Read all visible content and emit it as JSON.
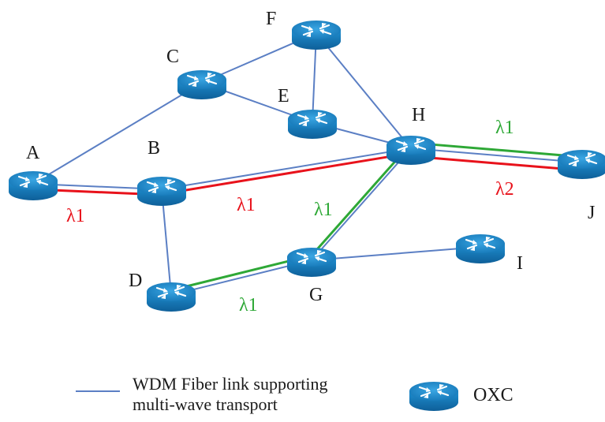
{
  "nodes": [
    {
      "id": "A",
      "label": "A"
    },
    {
      "id": "B",
      "label": "B"
    },
    {
      "id": "C",
      "label": "C"
    },
    {
      "id": "D",
      "label": "D"
    },
    {
      "id": "E",
      "label": "E"
    },
    {
      "id": "F",
      "label": "F"
    },
    {
      "id": "G",
      "label": "G"
    },
    {
      "id": "H",
      "label": "H"
    },
    {
      "id": "I",
      "label": "I"
    },
    {
      "id": "J",
      "label": "J"
    }
  ],
  "links": [
    [
      "A",
      "B"
    ],
    [
      "A",
      "C"
    ],
    [
      "C",
      "F"
    ],
    [
      "C",
      "E"
    ],
    [
      "E",
      "F"
    ],
    [
      "E",
      "H"
    ],
    [
      "F",
      "H"
    ],
    [
      "B",
      "H"
    ],
    [
      "B",
      "D"
    ],
    [
      "D",
      "G"
    ],
    [
      "G",
      "H"
    ],
    [
      "G",
      "I"
    ],
    [
      "H",
      "J"
    ]
  ],
  "lightpaths": [
    {
      "from": "A",
      "to": "B",
      "wavelength": "λ1",
      "color": "red"
    },
    {
      "from": "B",
      "to": "H",
      "wavelength": "λ1",
      "color": "red"
    },
    {
      "from": "H",
      "to": "J",
      "wavelength": "λ2",
      "color": "red"
    },
    {
      "from": "D",
      "to": "G",
      "wavelength": "λ1",
      "color": "green"
    },
    {
      "from": "G",
      "to": "H",
      "wavelength": "λ1",
      "color": "green"
    },
    {
      "from": "H",
      "to": "J",
      "wavelength": "λ1",
      "color": "green"
    }
  ],
  "wavelength_labels": {
    "ab": "λ1",
    "bh": "λ1",
    "gh": "λ1",
    "dg": "λ1",
    "hj_green": "λ1",
    "hj_red": "λ2"
  },
  "colors": {
    "fiber": "#5b7fc4",
    "red": "#e8121b",
    "green": "#2ea836",
    "oxc": "#1e88c8"
  },
  "legend": {
    "fiber_label_line1": "WDM Fiber link supporting",
    "fiber_label_line2": "multi-wave transport",
    "oxc_label": "OXC"
  },
  "icons": {
    "node": "oxc-router-icon"
  }
}
